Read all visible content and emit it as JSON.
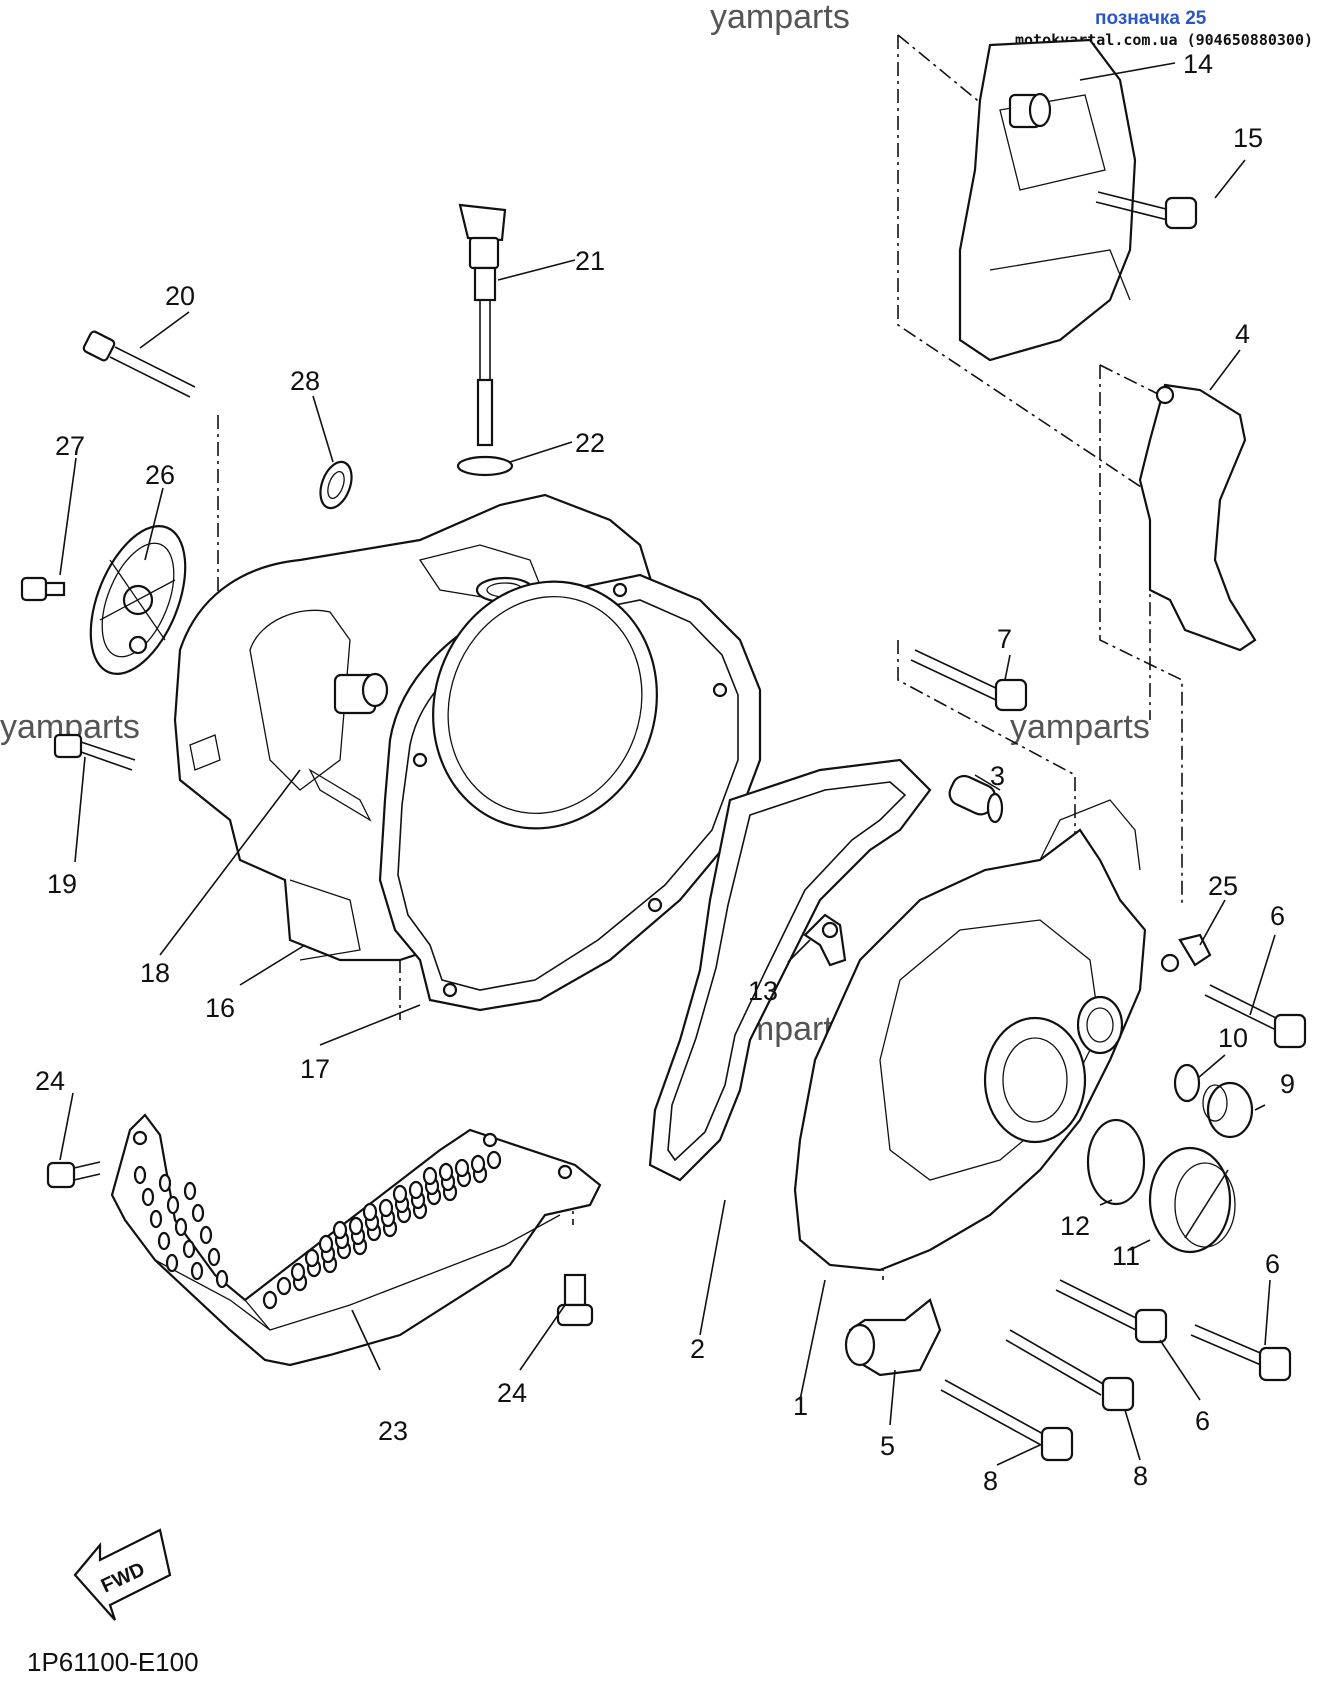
{
  "watermark": "yamparts",
  "tag": {
    "title": "позначка 25",
    "site": "motokvartal.com.ua (904650880300)"
  },
  "diagram_code": "1P61100-E100",
  "fwd_label": "FWD",
  "callouts": [
    {
      "id": "c1",
      "label": "1"
    },
    {
      "id": "c2",
      "label": "2"
    },
    {
      "id": "c3",
      "label": "3"
    },
    {
      "id": "c4",
      "label": "4"
    },
    {
      "id": "c5",
      "label": "5"
    },
    {
      "id": "c6a",
      "label": "6"
    },
    {
      "id": "c6b",
      "label": "6"
    },
    {
      "id": "c6c",
      "label": "6"
    },
    {
      "id": "c7",
      "label": "7"
    },
    {
      "id": "c8a",
      "label": "8"
    },
    {
      "id": "c8b",
      "label": "8"
    },
    {
      "id": "c9",
      "label": "9"
    },
    {
      "id": "c10",
      "label": "10"
    },
    {
      "id": "c11",
      "label": "11"
    },
    {
      "id": "c12",
      "label": "12"
    },
    {
      "id": "c13",
      "label": "13"
    },
    {
      "id": "c14",
      "label": "14"
    },
    {
      "id": "c15",
      "label": "15"
    },
    {
      "id": "c16",
      "label": "16"
    },
    {
      "id": "c17",
      "label": "17"
    },
    {
      "id": "c18",
      "label": "18"
    },
    {
      "id": "c19",
      "label": "19"
    },
    {
      "id": "c20",
      "label": "20"
    },
    {
      "id": "c21",
      "label": "21"
    },
    {
      "id": "c22",
      "label": "22"
    },
    {
      "id": "c23",
      "label": "23"
    },
    {
      "id": "c24a",
      "label": "24"
    },
    {
      "id": "c24b",
      "label": "24"
    },
    {
      "id": "c25",
      "label": "25"
    },
    {
      "id": "c26",
      "label": "26"
    },
    {
      "id": "c27",
      "label": "27"
    },
    {
      "id": "c28",
      "label": "28"
    }
  ]
}
